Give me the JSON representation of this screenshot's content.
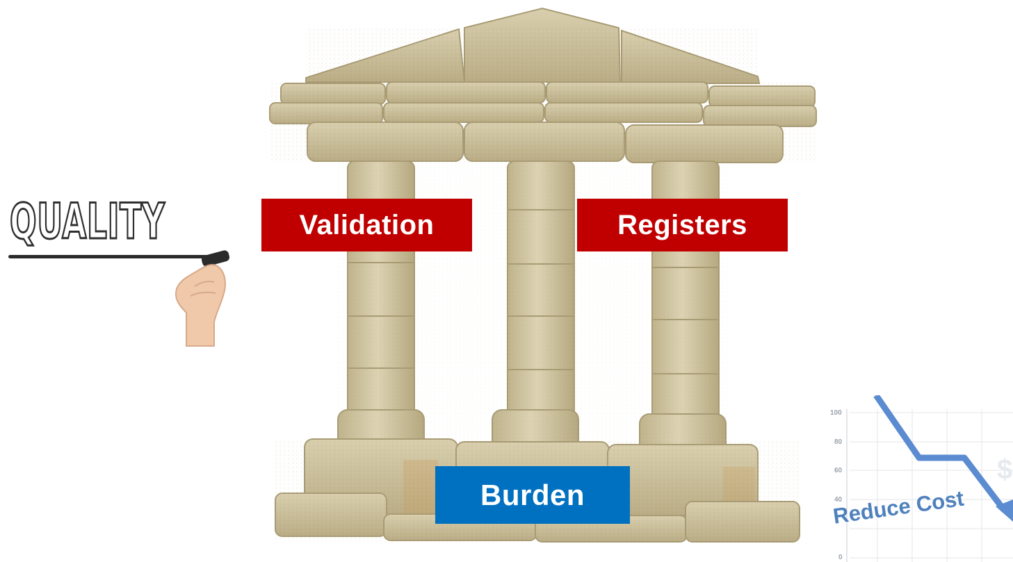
{
  "pillars": {
    "validation": "Validation",
    "registers": "Registers",
    "burden": "Burden"
  },
  "quality_graphic": {
    "text": "QUALITY"
  },
  "cost_graphic": {
    "text": "Reduce Cost",
    "axis_ticks": [
      "100",
      "80",
      "60",
      "40",
      "0"
    ]
  },
  "colors": {
    "validation_box": "#c00000",
    "registers_box": "#c00000",
    "burden_box": "#0070c0",
    "stone": "#cbbf98",
    "cost_line": "#5b8bd0"
  }
}
